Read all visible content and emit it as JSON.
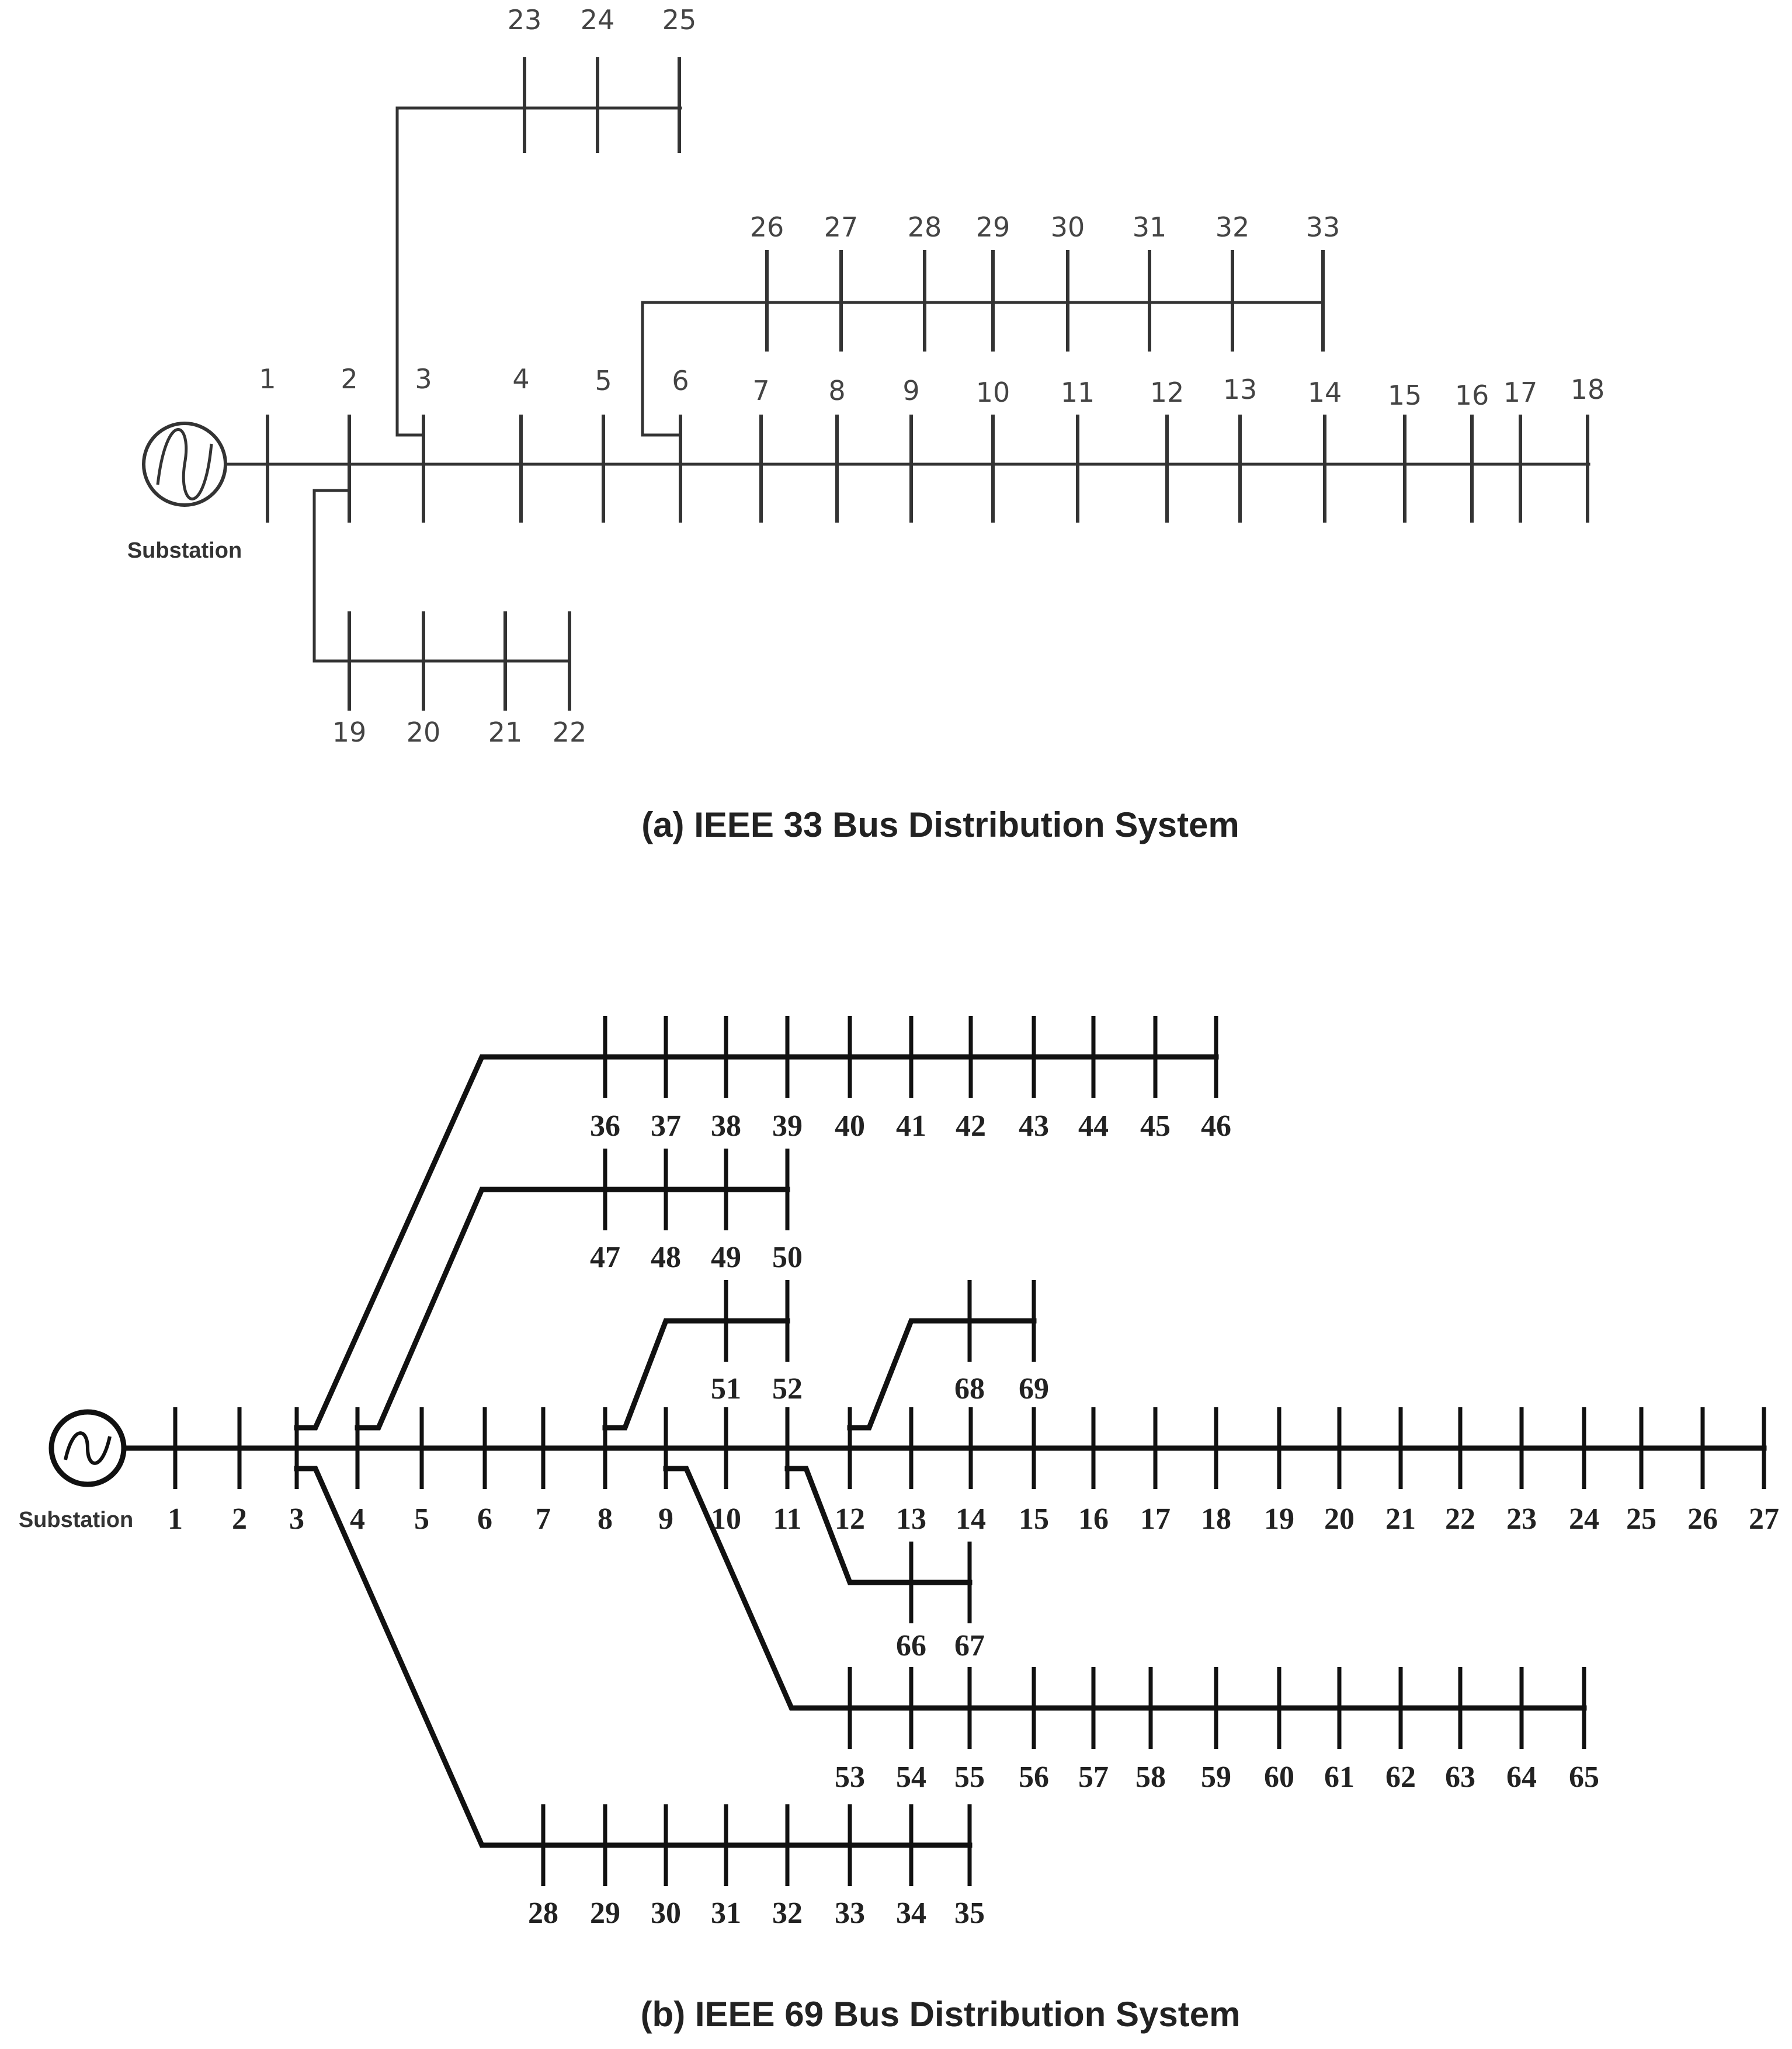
{
  "diagram_a": {
    "caption": "(a) IEEE 33 Bus Distribution System",
    "substation_label": "Substation",
    "buses": {
      "main": [
        "1",
        "2",
        "3",
        "4",
        "5",
        "6",
        "7",
        "8",
        "9",
        "10",
        "11",
        "12",
        "13",
        "14",
        "15",
        "16",
        "17",
        "18"
      ],
      "branch_19_22": [
        "19",
        "20",
        "21",
        "22"
      ],
      "branch_23_25": [
        "23",
        "24",
        "25"
      ],
      "branch_26_33": [
        "26",
        "27",
        "28",
        "29",
        "30",
        "31",
        "32",
        "33"
      ]
    }
  },
  "diagram_b": {
    "caption": "(b) IEEE 69 Bus Distribution System",
    "substation_label": "Substation",
    "buses": {
      "main": [
        "1",
        "2",
        "3",
        "4",
        "5",
        "6",
        "7",
        "8",
        "9",
        "10",
        "11",
        "12",
        "13",
        "14",
        "15",
        "16",
        "17",
        "18",
        "19",
        "20",
        "21",
        "22",
        "23",
        "24",
        "25",
        "26",
        "27"
      ],
      "branch_28_35": [
        "28",
        "29",
        "30",
        "31",
        "32",
        "33",
        "34",
        "35"
      ],
      "branch_36_46": [
        "36",
        "37",
        "38",
        "39",
        "40",
        "41",
        "42",
        "43",
        "44",
        "45",
        "46"
      ],
      "branch_47_50": [
        "47",
        "48",
        "49",
        "50"
      ],
      "branch_51_52": [
        "51",
        "52"
      ],
      "branch_53_65": [
        "53",
        "54",
        "55",
        "56",
        "57",
        "58",
        "59",
        "60",
        "61",
        "62",
        "63",
        "64",
        "65"
      ],
      "branch_66_67": [
        "66",
        "67"
      ],
      "branch_68_69": [
        "68",
        "69"
      ]
    }
  }
}
